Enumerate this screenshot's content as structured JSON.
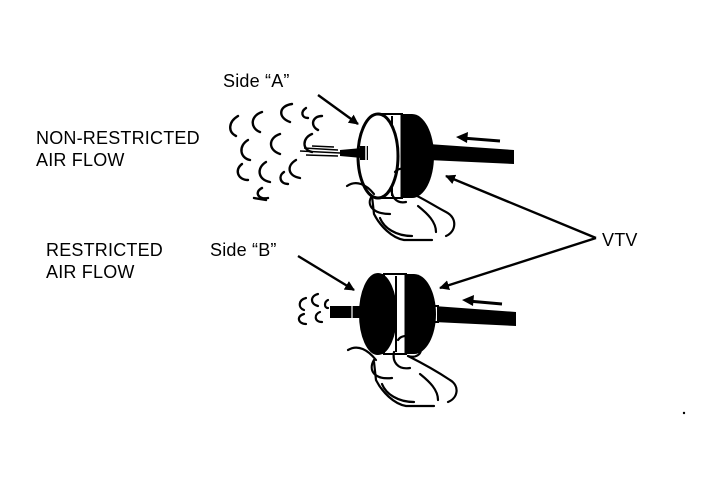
{
  "labels": {
    "side_a": "Side “A”",
    "side_b": "Side “B”",
    "non_restricted_line1": "NON-RESTRICTED",
    "non_restricted_line2": "AIR FLOW",
    "restricted_line1": "RESTRICTED",
    "restricted_line2": "AIR FLOW",
    "vtv": "VTV"
  },
  "colors": {
    "ink": "#000000",
    "paper": "#ffffff"
  }
}
